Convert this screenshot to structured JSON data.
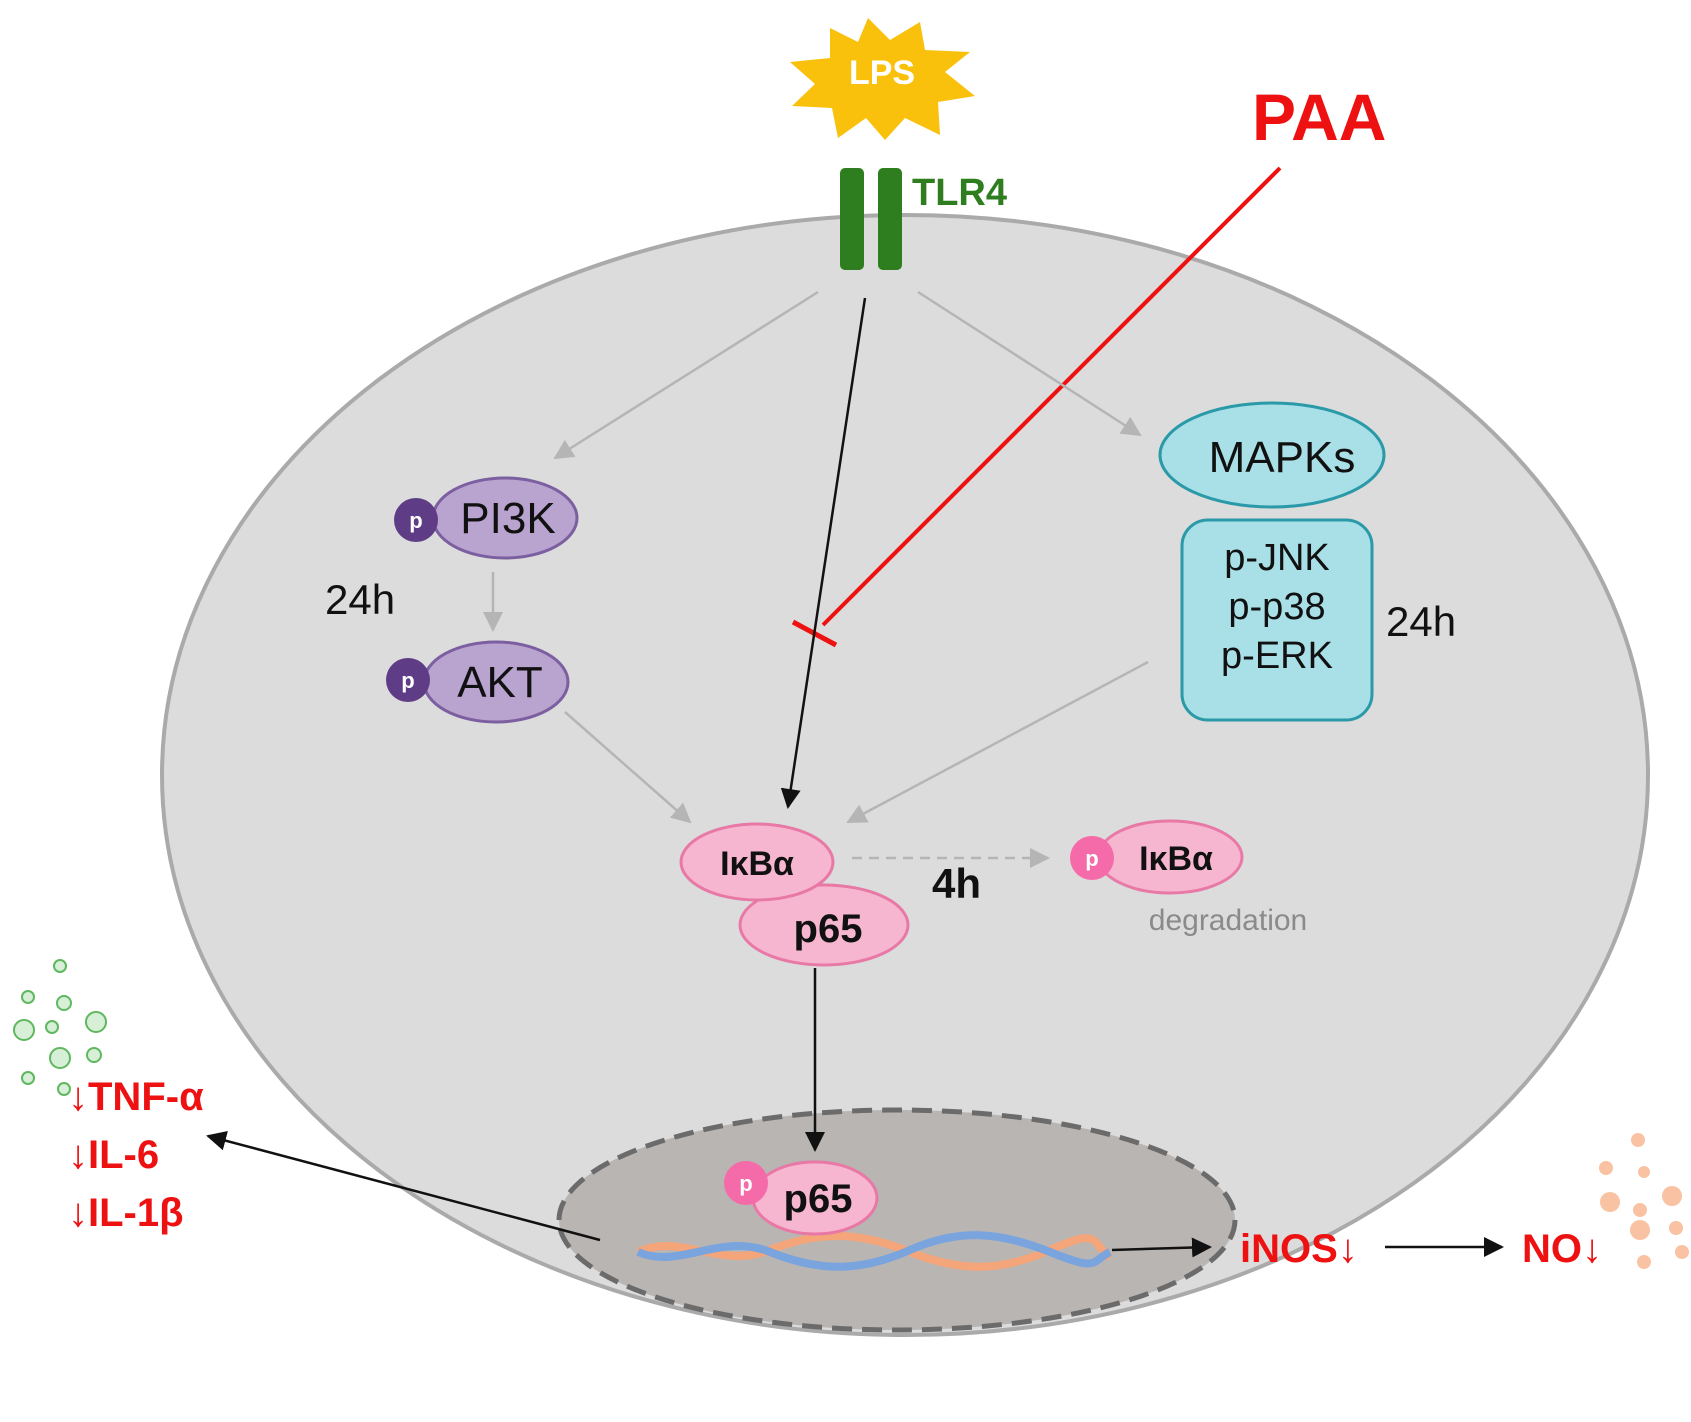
{
  "stimulus": {
    "label": "LPS",
    "color": "#f9c00c"
  },
  "receptor": {
    "label": "TLR4",
    "color": "#2e7d1e"
  },
  "inhibitor": {
    "label": "PAA",
    "color": "#ee1111"
  },
  "phospho_marker": "p",
  "pi3k_branch": {
    "pi3k_label": "PI3K",
    "akt_label": "AKT",
    "time": "24h",
    "color": "#b9a3cf"
  },
  "mapk_branch": {
    "title": "MAPKs",
    "members": [
      "p-JNK",
      "p-p38",
      "p-ERK"
    ],
    "time": "24h",
    "color": "#a9dfe6"
  },
  "nfkb": {
    "ikba_label": "IκBα",
    "p65_label": "p65",
    "time": "4h",
    "phospho_ikba_label": "IκBα",
    "degradation_label": "degradation",
    "nuclear_p65_label": "p65",
    "color": "#f7b6cf"
  },
  "outputs": {
    "cytokines": [
      "↓TNF-α",
      "↓IL-6",
      "↓IL-1β"
    ],
    "inos": "iNOS↓",
    "no": "NO↓"
  }
}
